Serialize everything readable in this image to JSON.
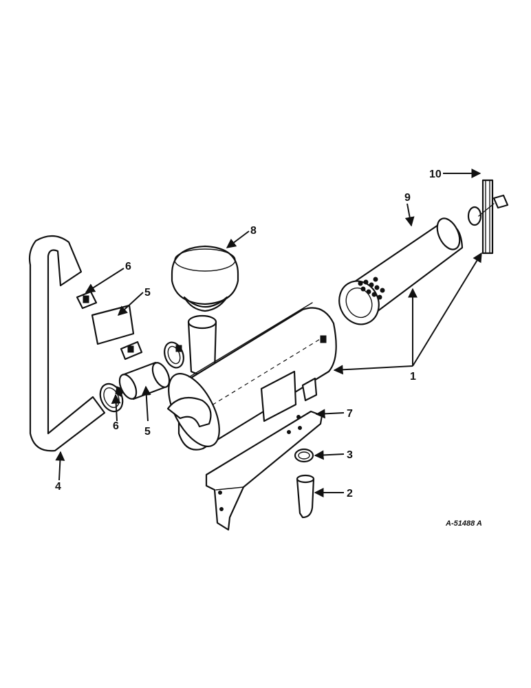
{
  "callouts": {
    "c1": "1",
    "c2": "2",
    "c3": "3",
    "c4": "4",
    "c5a": "5",
    "c5b": "5",
    "c6a": "6",
    "c6b": "6",
    "c7": "7",
    "c8": "8",
    "c9": "9",
    "c10": "10"
  },
  "drawing_number": "A-51488 A",
  "colors": {
    "line": "#111111",
    "background": "#ffffff"
  }
}
